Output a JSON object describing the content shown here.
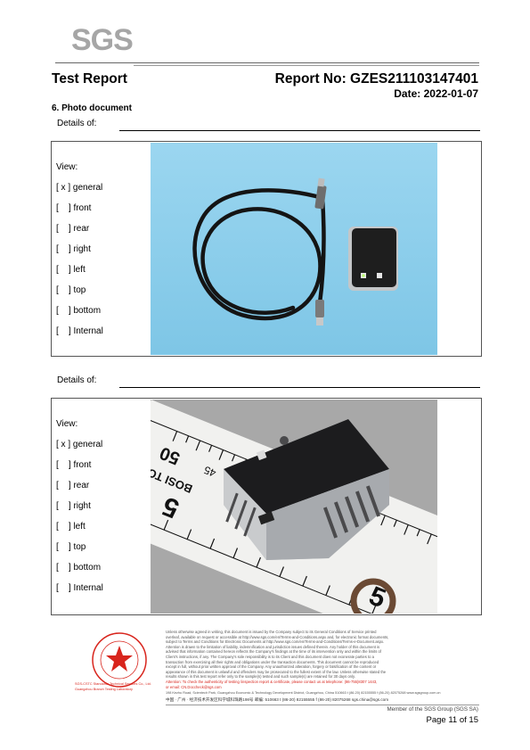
{
  "header": {
    "logo_text": "SGS",
    "report_title": "Test Report",
    "report_no": "Report No: GZES211103147401",
    "date": "Date: 2022-01-07"
  },
  "section": {
    "title": "6.  Photo document"
  },
  "photos": [
    {
      "details_label": "Details of:",
      "view_title": "View:",
      "views": [
        "[ x ] general",
        "[    ] front",
        "[    ] rear",
        "[    ] right",
        "[    ] left",
        "[    ] top",
        "[    ] bottom",
        "[    ] Internal"
      ]
    },
    {
      "details_label": "Details of:",
      "view_title": "View:",
      "views": [
        "[ x ] general",
        "[    ] front",
        "[    ] rear",
        "[    ] right",
        "[    ] left",
        "[    ] top",
        "[    ] bottom",
        "[    ] Internal"
      ]
    }
  ],
  "ruler_text": [
    "50",
    "45",
    "BOSI TOOLS",
    "5"
  ],
  "footer": {
    "disclaimer_lines": [
      "Unless otherwise agreed in writing, this document is issued by the Company subject to its General Conditions of Service printed",
      "overleaf, available on request or accessible at http://www.sgs.com/en/Terms-and-Conditions.aspx and, for electronic format documents,",
      "subject to Terms and Conditions for Electronic Documents at http://www.sgs.com/en/Terms-and-Conditions/Terms-e-Document.aspx.",
      "Attention is drawn to the limitation of liability, indemnification and jurisdiction issues defined therein. Any holder of this document is",
      "advised that information contained hereon reflects the Company's findings at the time of its intervention only and within the limits of",
      "Client's instructions, if any. The Company's sole responsibility is to its Client and this document does not exonerate parties to a",
      "transaction from exercising all their rights and obligations under the transaction documents. This document cannot be reproduced",
      "except in full, without prior written approval of the Company. Any unauthorized alteration, forgery or falsification of the content or",
      "appearance of this document is unlawful and offenders may be prosecuted to the fullest extent of the law. Unless otherwise stated the",
      "results shown in this test report refer only to the sample(s) tested and such sample(s) are retained for 30 days only.",
      "Attention: To check the authenticity of testing /inspection report & certificate, please contact us at telephone: (86-755)8307 1443,",
      "or email: CN.Doccheck@sgs.com"
    ],
    "address_en": "198 Kezhu Road, Scientech Park, Guangzhou Economic & Technology Development District, Guangzhou, China 510663   t (86-20) 82155555   f (86-20) 82075268   www.sgsgroup.com.cn",
    "address_cn": "中国 · 广州 · 经济技术开发区科学城科珠路198号      邮编: 510663   t (86-20) 82155555   f (86-20) 82075268   sgs.china@sgs.com",
    "member": "Member of the SGS Group (SGS SA)",
    "page": "Page 11 of 15"
  },
  "colors": {
    "stamp": "#d8251d",
    "photo_bg": "#8fd0ec",
    "logo": "#a6a6a6"
  }
}
